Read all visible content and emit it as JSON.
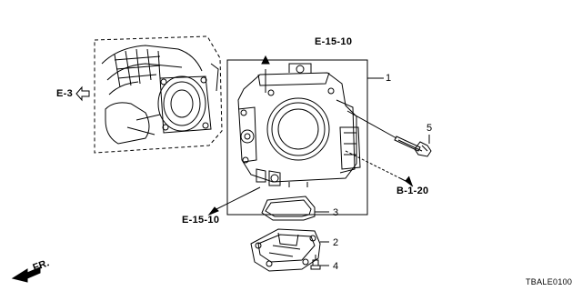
{
  "callouts": {
    "part_1": "1",
    "part_2": "2",
    "part_3": "3",
    "part_4": "4",
    "part_5": "5"
  },
  "references": {
    "e15_top": "E-15-10",
    "e15_left": "E-15-10",
    "e3": "E-3",
    "b120": "B-1-20"
  },
  "front_indicator": "FR.",
  "diagram_code": "TBALE0100"
}
